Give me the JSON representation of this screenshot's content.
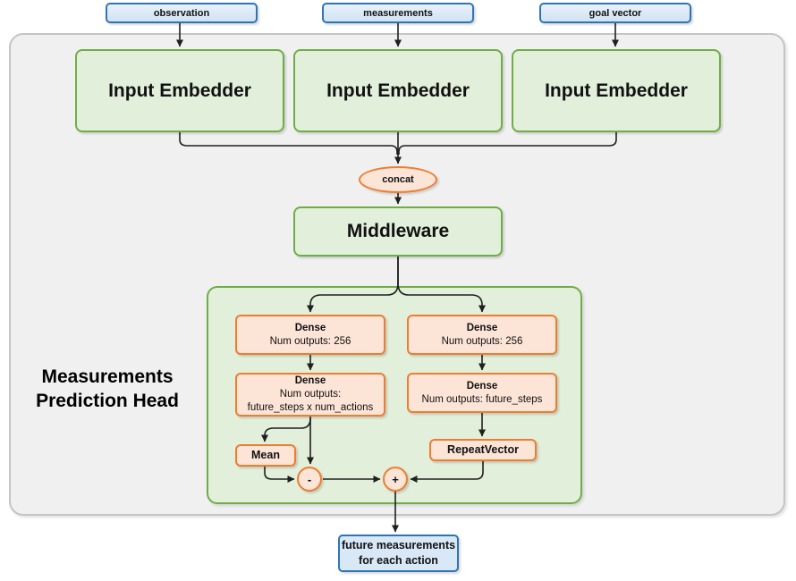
{
  "diagram": {
    "inputs": [
      {
        "label": "observation"
      },
      {
        "label": "measurements"
      },
      {
        "label": "goal vector"
      }
    ],
    "embedders": [
      {
        "label": "Input Embedder"
      },
      {
        "label": "Input Embedder"
      },
      {
        "label": "Input Embedder"
      }
    ],
    "concat": {
      "label": "concat"
    },
    "middleware": {
      "label": "Middleware"
    },
    "head_label": {
      "line1": "Measurements",
      "line2": "Prediction Head"
    },
    "dense_left_1": {
      "title": "Dense",
      "subtitle": "Num outputs: 256"
    },
    "dense_right_1": {
      "title": "Dense",
      "subtitle": "Num outputs: 256"
    },
    "dense_left_2": {
      "title": "Dense",
      "subtitle": "Num outputs:",
      "subtitle2": "future_steps x num_actions"
    },
    "dense_right_2": {
      "title": "Dense",
      "subtitle": "Num outputs: future_steps"
    },
    "mean": {
      "label": "Mean"
    },
    "repeat_vector": {
      "label": "RepeatVector"
    },
    "minus_node": {
      "label": "-"
    },
    "plus_node": {
      "label": "+"
    },
    "output": {
      "line1": "future measurements",
      "line2": "for each action"
    },
    "colors": {
      "green_border": "#70ad47",
      "green_fill": "#e2efda",
      "orange_border": "#ed7d31",
      "orange_fill": "#fce4d6",
      "blue_border": "#2e75b6",
      "blue_fill": "#dbe9f7",
      "container_fill": "#f0f0f0",
      "container_border": "#c5c5c5",
      "line": "#1f1f1f"
    }
  }
}
